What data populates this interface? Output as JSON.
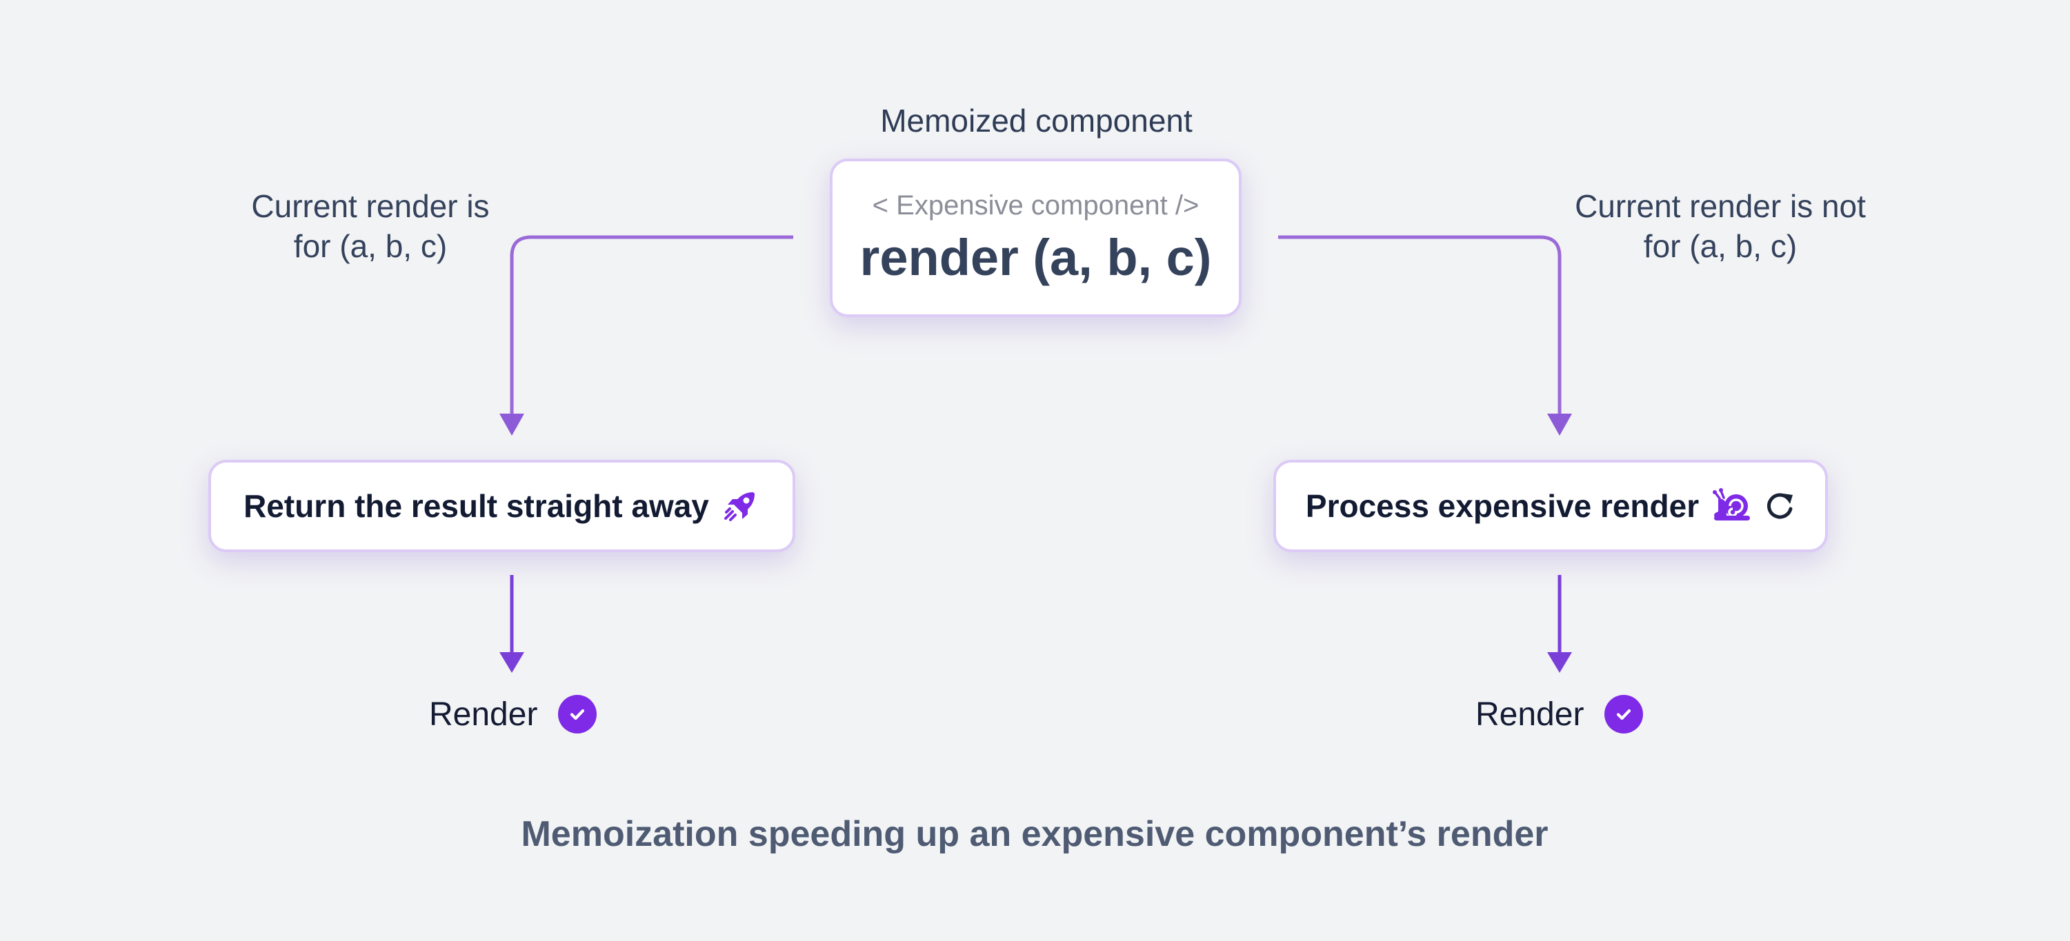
{
  "diagram": {
    "top_label": "Memoized component",
    "main_card": {
      "tag": "< Expensive component />",
      "title": "render (a, b, c)"
    },
    "left_branch": {
      "condition_line1": "Current render is",
      "condition_line2": "for (a, b, c)",
      "box_label": "Return the result straight away",
      "box_icon": "rocket-icon",
      "result_label": "Render",
      "result_icon": "check-circle-icon"
    },
    "right_branch": {
      "condition_line1": "Current render is not",
      "condition_line2": "for (a, b, c)",
      "box_label": "Process expensive render",
      "box_icons": [
        "snail-icon",
        "refresh-icon"
      ],
      "result_label": "Render",
      "result_icon": "check-circle-icon"
    },
    "caption": "Memoization speeding up an expensive component’s render"
  },
  "colors": {
    "accent": "#7e2ae6",
    "connector": "#9a6ad8",
    "card_border": "#dccbf6",
    "background": "#f2f3f5"
  }
}
